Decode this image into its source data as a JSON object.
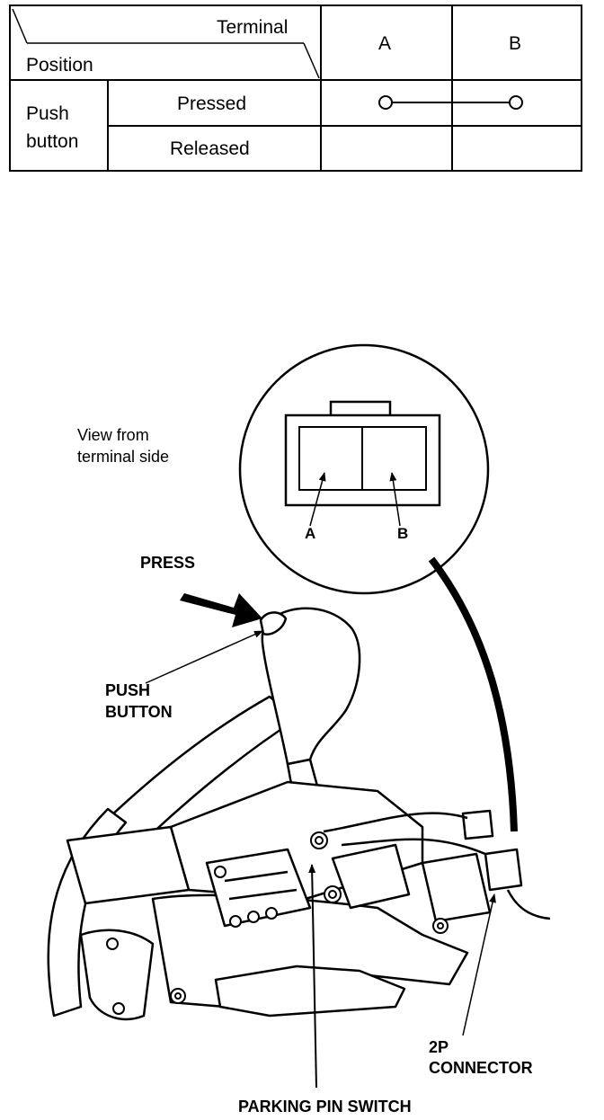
{
  "table": {
    "corner_top_label": "Terminal",
    "corner_bottom_label": "Position",
    "columns": [
      "A",
      "B"
    ],
    "row_group_label_line1": "Push",
    "row_group_label_line2": "button",
    "rows": [
      {
        "label": "Pressed",
        "continuity": [
          "A",
          "B"
        ]
      },
      {
        "label": "Released",
        "continuity": []
      }
    ]
  },
  "diagram": {
    "view_note_line1": "View from",
    "view_note_line2": "terminal side",
    "terminal_a": "A",
    "terminal_b": "B",
    "press_label": "PRESS",
    "push_button_line1": "PUSH",
    "push_button_line2": "BUTTON",
    "connector_line1": "2P",
    "connector_line2": "CONNECTOR",
    "switch_label": "PARKING PIN SWITCH"
  }
}
